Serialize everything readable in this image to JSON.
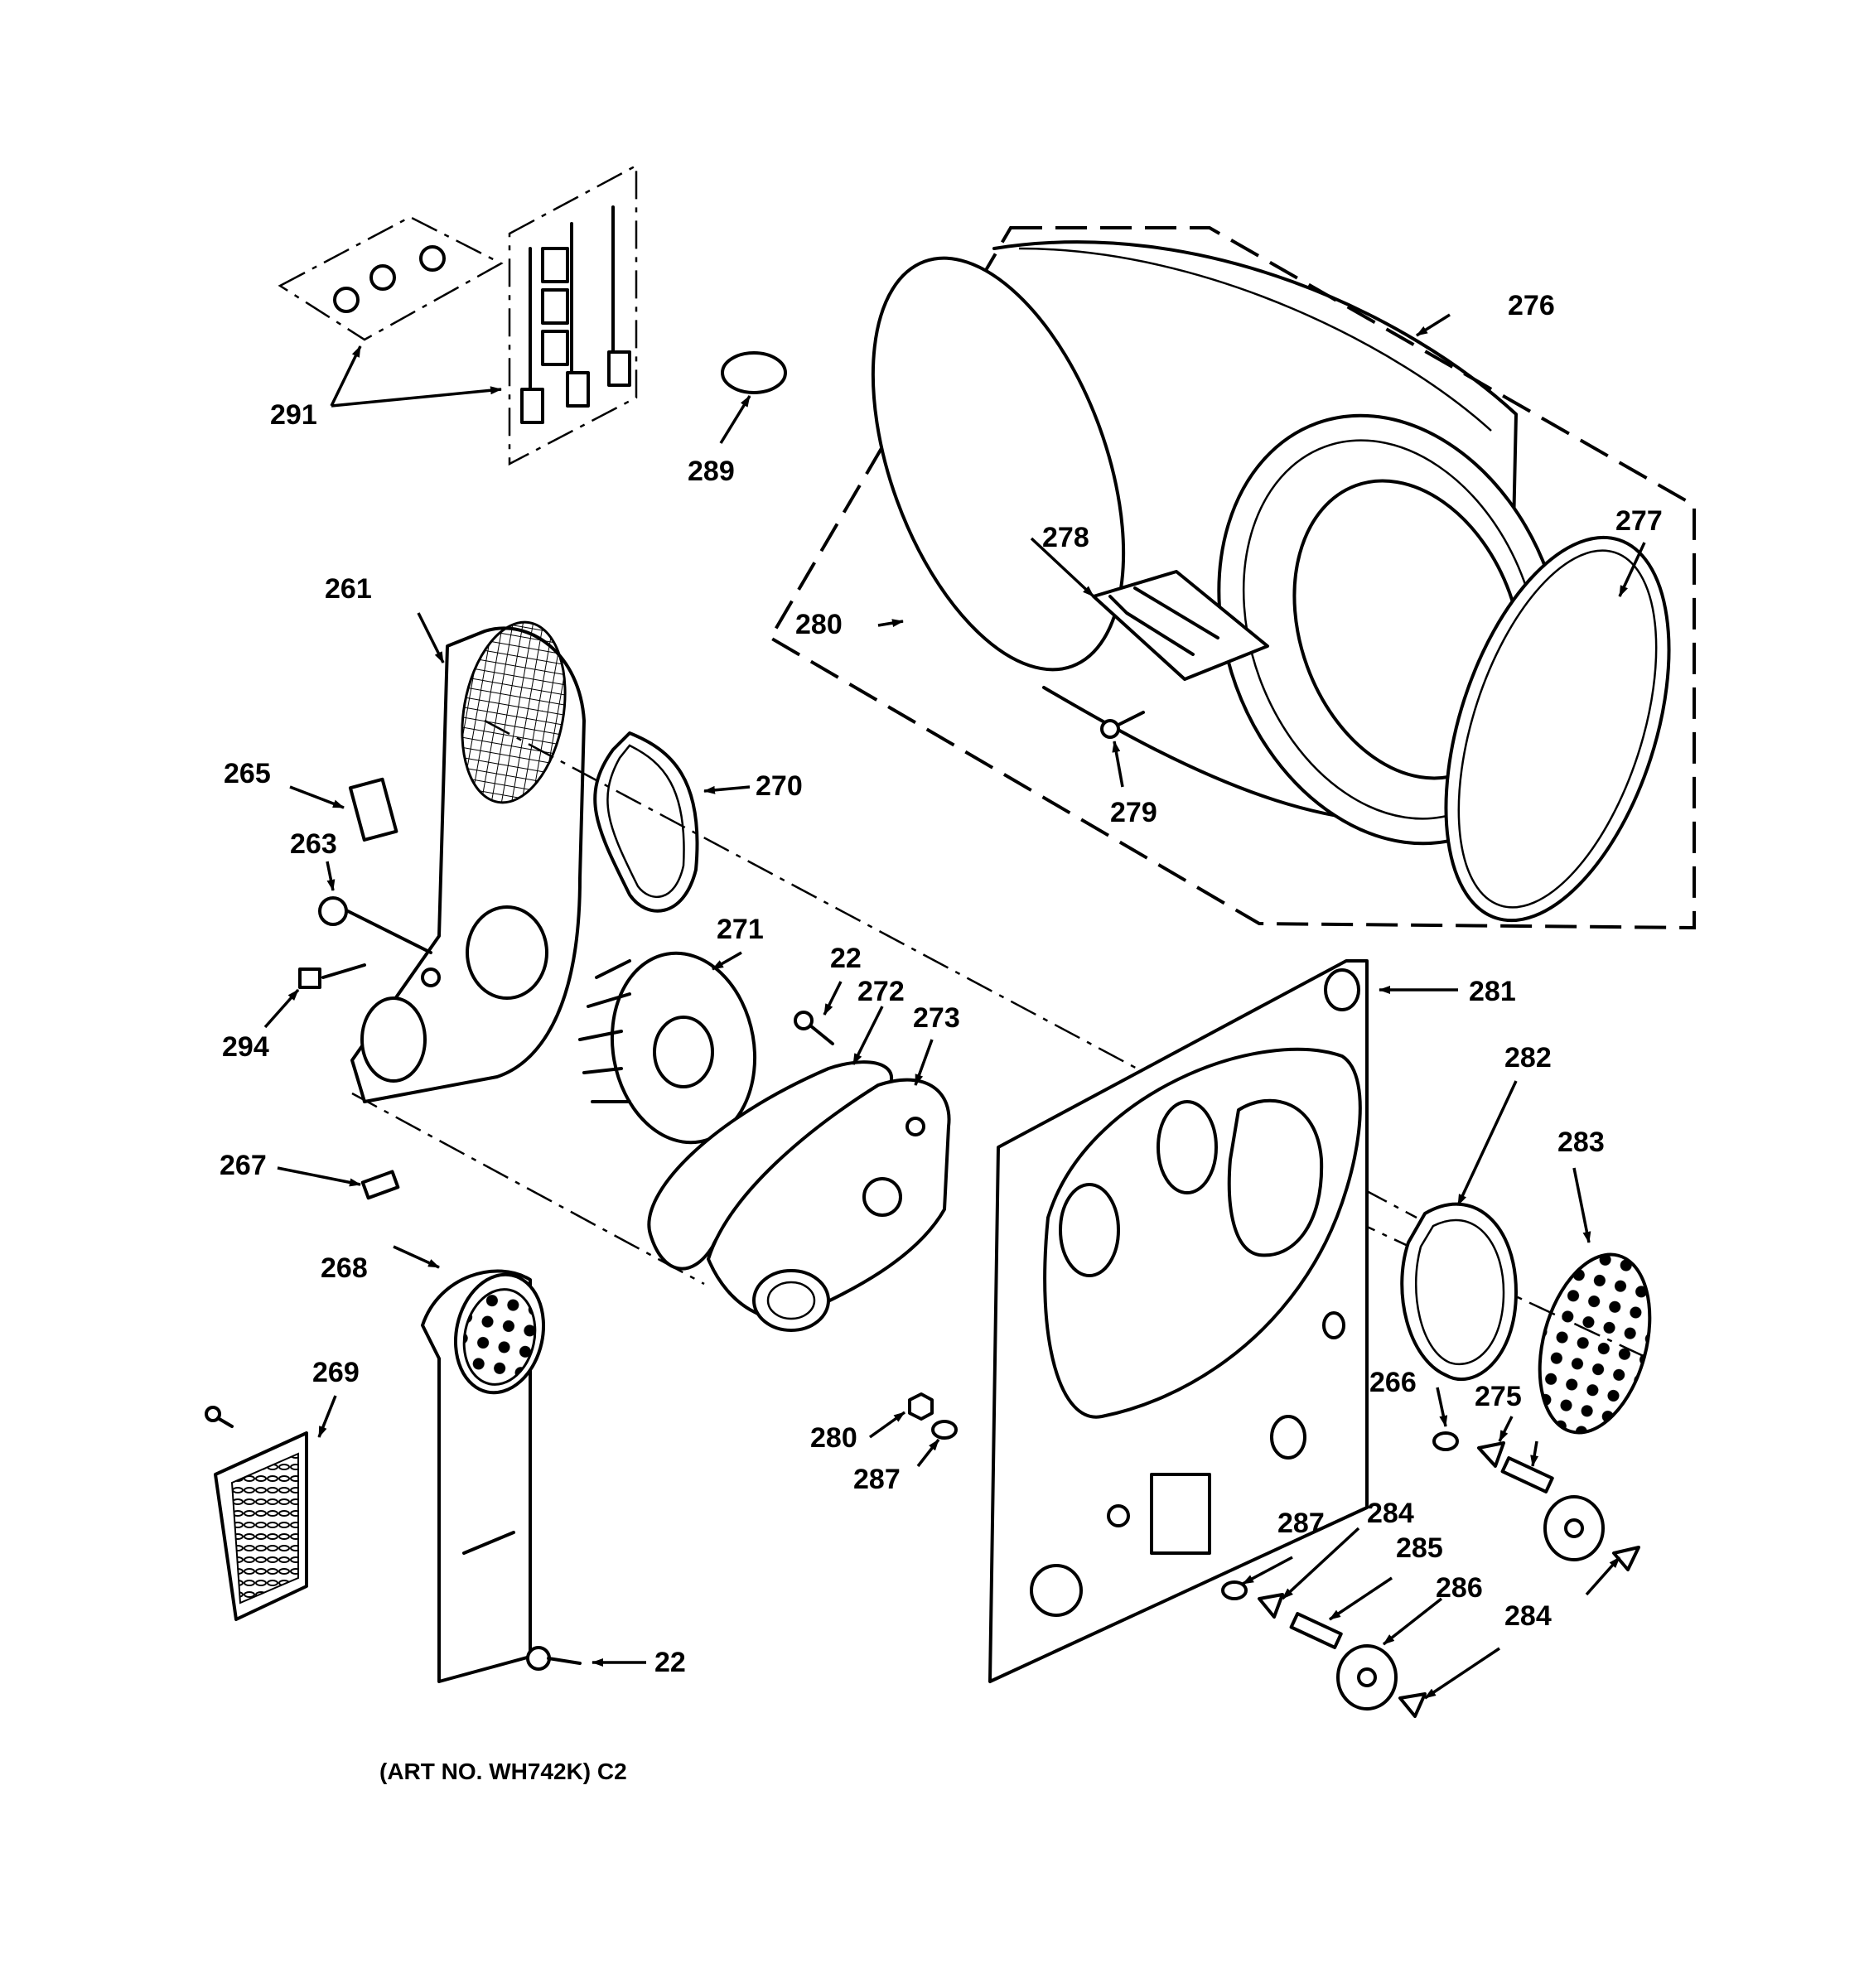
{
  "callouts": {
    "c291": "291",
    "c289": "289",
    "c276": "276",
    "c277": "277",
    "c278": "278",
    "c280a": "280",
    "c279": "279",
    "c261": "261",
    "c265": "265",
    "c263": "263",
    "c270": "270",
    "c294": "294",
    "c271": "271",
    "c22a": "22",
    "c272": "272",
    "c273": "273",
    "c281": "281",
    "c282": "282",
    "c283": "283",
    "c267": "267",
    "c268": "268",
    "c269": "269",
    "c266": "266",
    "c275": "275",
    "c280b": "280",
    "c287a": "287",
    "c287b": "287",
    "c284a": "284",
    "c285": "285",
    "c286": "286",
    "c284b": "284",
    "c22b": "22"
  },
  "caption": "(ART NO. WH742K) C2"
}
